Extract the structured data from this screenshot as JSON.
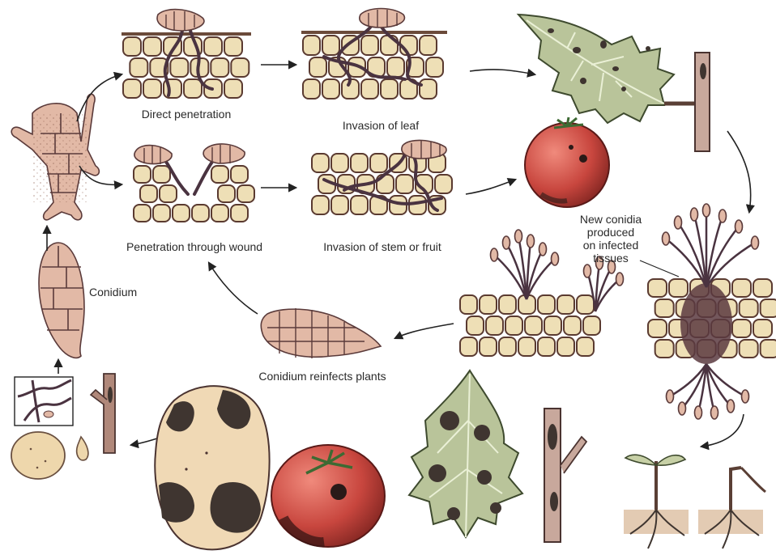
{
  "labels": {
    "direct_penetration": "Direct penetration",
    "invasion_of_leaf": "Invasion of leaf",
    "penetration_through_wound": "Penetration through wound",
    "invasion_of_stem_or_fruit": "Invasion of stem or fruit",
    "conidium": "Conidium",
    "conidium_reinfects_plants": "Conidium reinfects plants",
    "new_conidia_line1": "New conidia",
    "new_conidia_line2": "produced",
    "new_conidia_line3": "on infected",
    "new_conidia_line4": "tissues"
  },
  "colors": {
    "cell_fill": "#eedfb6",
    "cell_stroke": "#5a3a30",
    "hypha": "#4a3340",
    "leaf": "#b9c49a",
    "lesion": "#3f3530",
    "tomato": "#c8463e",
    "potato": "#f0d9b5",
    "stem": "#b0887a"
  }
}
